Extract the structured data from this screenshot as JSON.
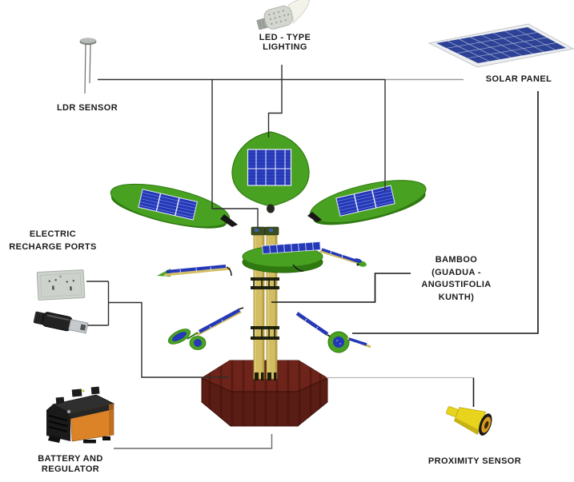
{
  "figure": {
    "type": "labeled-component-diagram",
    "subject": "solar power tree with leaf-shaped solar panels on a bamboo trunk and wooden base"
  },
  "labels": {
    "led_lighting": "LED - TYPE\nLIGHTING",
    "solar_panel": "SOLAR PANEL",
    "ldr_sensor": "LDR SENSOR",
    "electric_recharge_ports": "ELECTRIC\nRECHARGE PORTS",
    "bamboo": "BAMBOO\n(GUADUA -\nANGUSTIFOLIA\nKUNTH)",
    "battery_regulator": "BATTERY AND\nREGULATOR",
    "proximity_sensor": "PROXIMITY SENSOR"
  },
  "components": {
    "led_bulb": "led-bulb-icon",
    "solar_panel": "solar-panel-icon",
    "ldr_sensor": "ldr-photoresistor-icon",
    "wall_socket": "double-socket-icon",
    "usb_plug": "usb-plug-icon",
    "battery": "battery-regulator-icon",
    "proximity_sensor": "proximity-sensor-icon",
    "tree": "solar-leaf-tree-illustration"
  },
  "colors": {
    "leaf_green": "#49a122",
    "leaf_green_dark": "#2f7a10",
    "solar_blue": "#2438b8",
    "panel_navy": "#31469e",
    "bamboo_tan": "#d3bd62",
    "bamboo_dark": "#a8923c",
    "pot_maroon": "#5a1d15",
    "pot_maroon_light": "#6e241a",
    "battery_orange": "#dd8327",
    "sensor_yellow": "#e8d41c",
    "line_dark": "#2e2e2e",
    "line_gray": "#9a9a9a",
    "text": "#1b1b1b"
  }
}
